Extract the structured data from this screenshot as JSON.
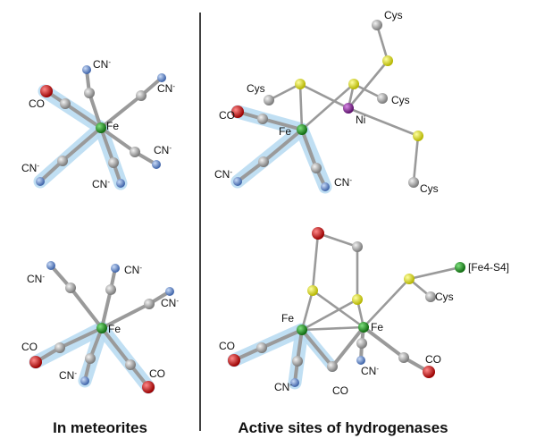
{
  "captions": {
    "left": "In meteorites",
    "right": "Active sites of hydrogenases"
  },
  "labels": {
    "fe": "Fe",
    "ni": "Ni",
    "co": "CO",
    "cn": "CN",
    "cn_charge": "-",
    "cys": "Cys",
    "cluster": "[Fe4-S4]"
  },
  "colors": {
    "iron": "#1f8a1f",
    "carbon": "#a9a9a9",
    "nitrogen": "#6f8fc9",
    "oxygen": "#d01515",
    "sulfur": "#e6e600",
    "nickel": "#8a2a9a",
    "cluster_node": "#2e8b2e",
    "highlight": "#b9dcf2",
    "bond": "#9a9a9a",
    "divider": "#000000"
  }
}
